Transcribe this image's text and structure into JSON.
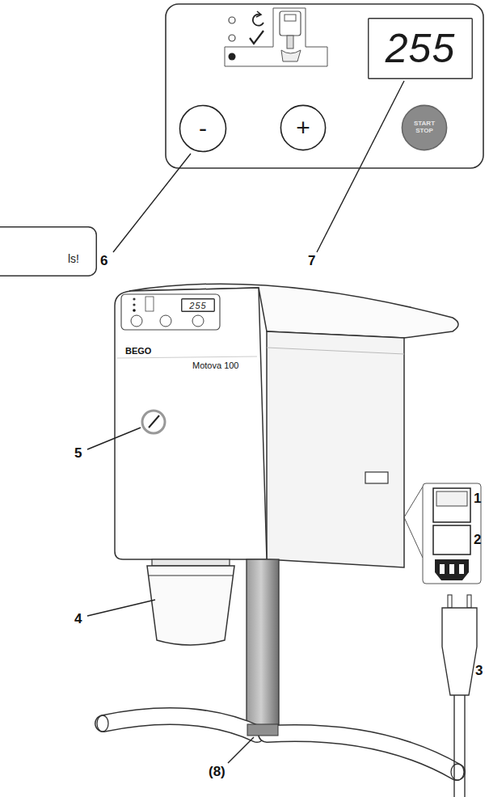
{
  "diagram": {
    "nodes": [
      {
        "text": [
          "255"
        ]
      },
      {
        "text": [
          "-"
        ]
      },
      {
        "text": [
          "+"
        ]
      },
      {
        "text": [
          "START STOP"
        ]
      },
      {
        "text": [
          "ls!"
        ]
      },
      {
        "text": [
          "255"
        ]
      }
    ],
    "labels": [
      "6",
      "7",
      "BEGO",
      "Motova 100",
      "5",
      "1",
      "2",
      "4",
      "3",
      "(8)"
    ]
  }
}
